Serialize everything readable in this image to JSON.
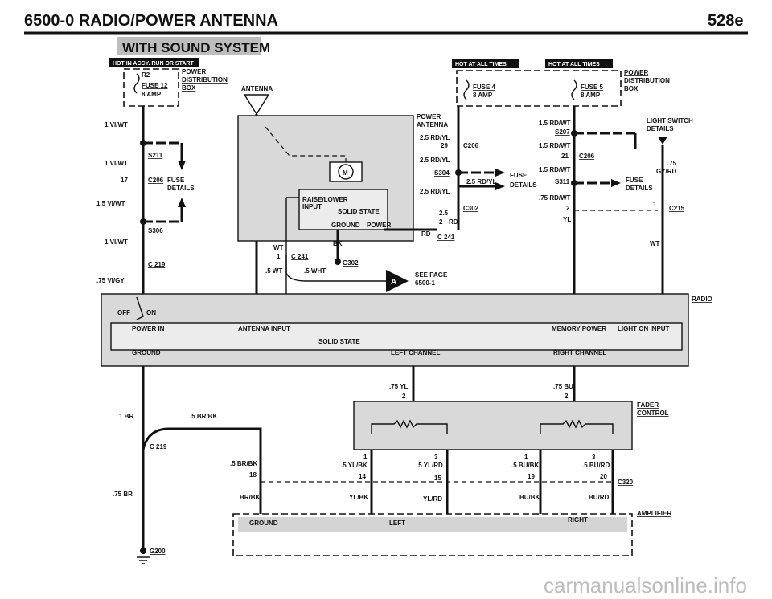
{
  "header": {
    "left_title": "6500-0   RADIO/POWER ANTENNA",
    "right_code": "528e",
    "subtitle": "WITH SOUND SYSTEM"
  },
  "pills": {
    "left": "HOT IN ACCY. RUN OR START",
    "mid": "HOT AT ALL TIMES",
    "right": "HOT AT ALL TIMES"
  },
  "left_fuse": {
    "r": "R2",
    "fuse": "FUSE 12",
    "amp": "8 AMP",
    "pd1": "POWER",
    "pd2": "DISTRIBUTION",
    "pd3": "BOX"
  },
  "fuse4": {
    "fuse": "FUSE 4",
    "amp": "8 AMP"
  },
  "fuse5": {
    "fuse": "FUSE 5",
    "amp": "8 AMP",
    "pd1": "POWER",
    "pd2": "DISTRIBUTION",
    "pd3": "BOX"
  },
  "antenna": {
    "label": "ANTENNA",
    "box1": "POWER",
    "box2": "ANTENNA",
    "raise1": "RAISE/LOWER",
    "raise2": "INPUT",
    "solid": "SOLID STATE",
    "ground": "GROUND",
    "power": "POWER",
    "motor": "M"
  },
  "left_wires": {
    "w1": "1 VI/WT",
    "s211": "S211",
    "w2": "1 VI/WT",
    "n17": "17",
    "c206": "C206",
    "fd1": "FUSE",
    "fd2": "DETAILS",
    "w3": "1.5 VI/WT",
    "s306": "S306",
    "w4": "1 VI/WT",
    "c219": "C 219",
    "w5": ".75 VI/GY"
  },
  "center_wires": {
    "w1": "2.5 RD/YL",
    "n29": "29",
    "c206": "C206",
    "w2": "2.5 RD/YL",
    "s304": "S304",
    "w3": "2.5 RD/YL",
    "w4": "2.5 RD/YL",
    "fuse": "FUSE",
    "det": "DETAILS",
    "c302": "C302",
    "n25": "2.5",
    "n2": "2",
    "rd": "RD",
    "rd2": "RD",
    "c241": "C 241",
    "bk": "BK",
    "wt": "WT",
    "n1": "1",
    "c241b": "C 241",
    "g302": "G302",
    "wt5": ".5 WT",
    "wht5": ".5 WHT",
    "a": "A",
    "see1": "SEE PAGE",
    "see2": "6500-1"
  },
  "right_wires": {
    "w1": "1.5 RD/WT",
    "s207": "S207",
    "w2": "1.5 RD/WT",
    "n21": "21",
    "c206": "C206",
    "w3": "1.5 RD/WT",
    "s311": "S311",
    "w4": ".75 RD/WT",
    "n2": "2",
    "yl": "YL",
    "ls1": "LIGHT SWITCH",
    "ls2": "DETAILS",
    "gy1": ".75",
    "gy2": "GY/RD",
    "fd1": "FUSE",
    "fd2": "DETAILS",
    "n1": "1",
    "c215": "C215",
    "wt": "WT"
  },
  "radio": {
    "label": "RADIO",
    "off": "OFF",
    "on": "ON",
    "power_in": "POWER IN",
    "antenna_input": "ANTENNA INPUT",
    "memory": "MEMORY POWER",
    "light": "LIGHT ON INPUT",
    "solid": "SOLID STATE",
    "ground": "GROUND",
    "left": "LEFT CHANNEL",
    "right": "RIGHT CHANNEL"
  },
  "fader": {
    "label1": "FADER",
    "label2": "CONTROL",
    "yl": ".75 YL",
    "bu": ".75 BU",
    "n2a": "2",
    "n2b": "2",
    "p1": "1",
    "p3": "3",
    "p1b": "1",
    "p3b": "3"
  },
  "lower": {
    "br": "1 BR",
    "brbk": ".5 BR/BK",
    "c219": "C 219",
    "brbk2": ".5 BR/BK",
    "n18": "18",
    "br75": ".75 BR",
    "brbk3": "BR/BK",
    "ylbk": ".5 YL/BK",
    "n14": "14",
    "ylbk2": "YL/BK",
    "ylrd": ".5 YL/RD",
    "n15": "15",
    "ylrd2": "YL/RD",
    "bubk": ".5 BU/BK",
    "n19": "19",
    "bubk2": "BU/BK",
    "burd": ".5 BU/RD",
    "n20": "20",
    "burd2": "BU/RD",
    "c320": "C320",
    "g200": "G200"
  },
  "amplifier": {
    "label": "AMPLIFIER",
    "ground": "GROUND",
    "left": "LEFT",
    "right": "RIGHT"
  },
  "watermark": "carmanualsonline.info"
}
